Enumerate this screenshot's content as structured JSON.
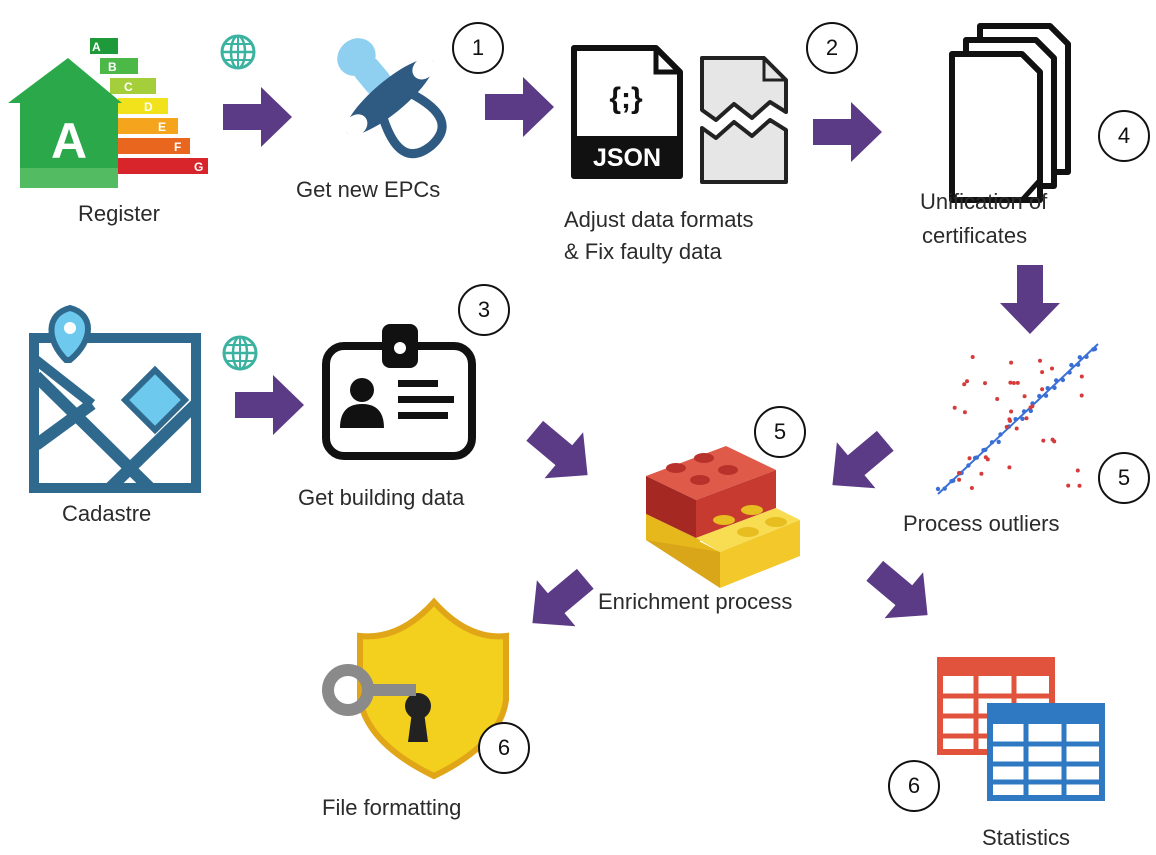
{
  "colors": {
    "arrow": "#5b3a86",
    "globe": "#3bb3a0",
    "map": "#2f6a8e",
    "map_accent": "#6ec9ee",
    "brick_red": "#b8322c",
    "brick_yellow": "#f2c82b",
    "shield": "#f3cf1e",
    "key": "#8a8a8a",
    "table_red": "#e1533c",
    "table_blue": "#2f79c3",
    "outlier_red": "#d63a3a",
    "trend_blue": "#3a6fd6"
  },
  "icons": [
    "energy-label-house-icon",
    "globe-icon",
    "pacifier-icon",
    "json-file-icon",
    "broken-file-icon",
    "documents-stack-icon",
    "map-icon",
    "id-badge-icon",
    "scatter-plot-icon",
    "lego-bricks-icon",
    "shield-key-icon",
    "tables-icon"
  ],
  "energy_label": {
    "house_letter": "A",
    "scale": [
      "A",
      "B",
      "C",
      "D",
      "E",
      "F",
      "G"
    ]
  },
  "json_icon": {
    "braces": "{;}",
    "caption": "JSON"
  },
  "labels": {
    "register": "Register",
    "get_new_epcs": "Get new EPCs",
    "adjust_line1": "Adjust data formats",
    "adjust_line2": "& Fix faulty data",
    "unification_line1": "Unification of",
    "unification_line2": "certificates",
    "cadastre": "Cadastre",
    "get_building_data": "Get building data",
    "process_outliers": "Process outliers",
    "enrichment_process": "Enrichment process",
    "file_formatting": "File formatting",
    "statistics": "Statistics"
  },
  "steps": {
    "get_new_epcs": "1",
    "adjust_data": "2",
    "building_data": "3",
    "unification": "4",
    "enrichment": "5",
    "outliers": "5",
    "file_formatting": "6",
    "statistics": "6"
  }
}
